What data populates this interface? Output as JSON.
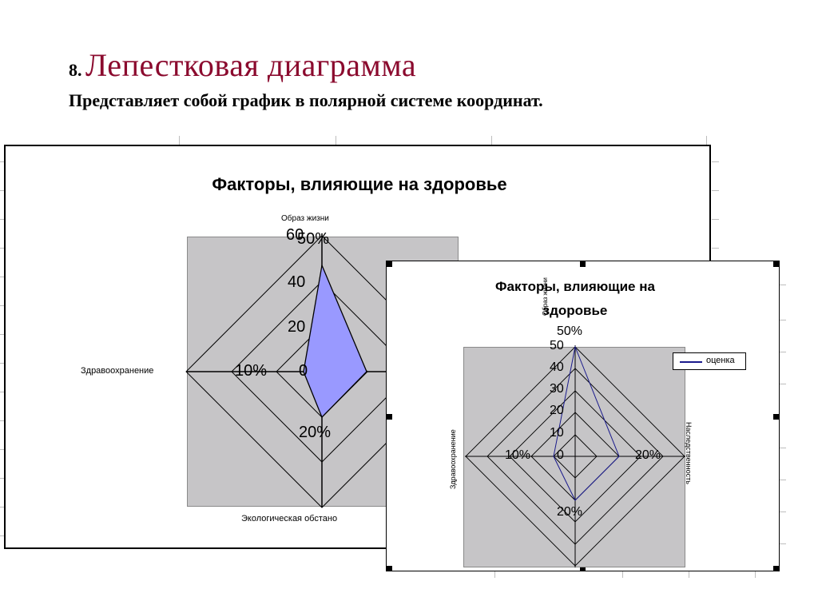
{
  "slide": {
    "number": "8.",
    "title": "Лепестковая диаграмма",
    "subtitle": "Представляет собой график в полярной системе координат.",
    "title_color": "#8b0a2e"
  },
  "back_chart": {
    "title": "Факторы, влияющие на здоровье",
    "categories": [
      "Образ жизни",
      "Наследственность",
      "Экологическая обстановка",
      "Здравоохранение"
    ],
    "visible_category_labels": {
      "top": "Образ жизни",
      "left": "Здравоохранение",
      "bottom": "Экологическая обстано"
    },
    "axis_ticks": [
      "0",
      "20",
      "40",
      "60"
    ],
    "data_labels": {
      "top": "50%",
      "left": "10%",
      "bottom": "20%"
    },
    "fill_color": "#9999ff",
    "plot_color": "#c6c5c7"
  },
  "front_chart": {
    "title_line1": "Факторы, влияющие на",
    "title_line2": "здоровье",
    "category_labels": {
      "top": "Образ жизни",
      "left": "Здравоохранение",
      "right": "Наследственность"
    },
    "axis_ticks": [
      "0",
      "10",
      "20",
      "30",
      "40",
      "50"
    ],
    "data_labels": {
      "top": "50%",
      "left": "10%",
      "right": "20%",
      "bottom": "20%"
    },
    "legend": {
      "series_name": "оценка",
      "color": "#1a1a8c"
    }
  },
  "chart_data": {
    "type": "radar",
    "title": "Факторы, влияющие на здоровье",
    "categories": [
      "Образ жизни",
      "Наследственность",
      "Экологическая обстановка",
      "Здравоохранение"
    ],
    "series": [
      {
        "name": "оценка",
        "values": [
          50,
          20,
          20,
          10
        ]
      }
    ],
    "data_labels": [
      "50%",
      "20%",
      "20%",
      "10%"
    ],
    "rlim": [
      0,
      50
    ],
    "r_ticks": [
      0,
      10,
      20,
      30,
      40,
      50
    ],
    "grid": true,
    "legend_position": "right"
  }
}
